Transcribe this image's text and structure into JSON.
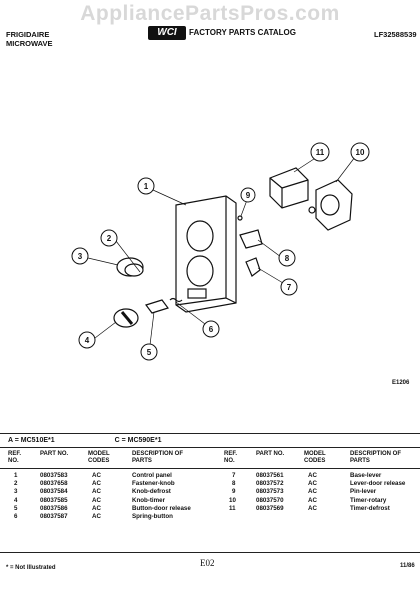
{
  "watermark": "AppliancePartsPros.com",
  "header": {
    "brand_line1": "FRIGIDAIRE",
    "brand_line2": "MICROWAVE",
    "logo_text": "WCI",
    "catalog_title": "FACTORY PARTS CATALOG",
    "catalog_code": "LF32588539"
  },
  "diagram": {
    "callouts": [
      "1",
      "2",
      "3",
      "4",
      "5",
      "6",
      "7",
      "8",
      "9",
      "10",
      "11"
    ],
    "figure_code": "E1206"
  },
  "models": {
    "a_label": "A = MC510E*1",
    "c_label": "C = MC590E*1"
  },
  "table": {
    "headers": {
      "ref": "REF. NO.",
      "part": "PART NO.",
      "model": "MODEL CODES",
      "desc": "DESCRIPTION OF PARTS"
    },
    "left": [
      {
        "ref": "1",
        "part": "08037583",
        "model": "AC",
        "desc": "Control panel"
      },
      {
        "ref": "2",
        "part": "08037658",
        "model": "AC",
        "desc": "Fastener-knob"
      },
      {
        "ref": "3",
        "part": "08037584",
        "model": "AC",
        "desc": "Knob-defrost"
      },
      {
        "ref": "4",
        "part": "08037585",
        "model": "AC",
        "desc": "Knob-timer"
      },
      {
        "ref": "5",
        "part": "08037586",
        "model": "AC",
        "desc": "Button-door release"
      },
      {
        "ref": "6",
        "part": "08037587",
        "model": "AC",
        "desc": "Spring-button"
      }
    ],
    "right": [
      {
        "ref": "7",
        "part": "08037561",
        "model": "AC",
        "desc": "Base-lever"
      },
      {
        "ref": "8",
        "part": "08037572",
        "model": "AC",
        "desc": "Lever-door release"
      },
      {
        "ref": "9",
        "part": "08037573",
        "model": "AC",
        "desc": "Pin-lever"
      },
      {
        "ref": "10",
        "part": "08037570",
        "model": "AC",
        "desc": "Timer-rotary"
      },
      {
        "ref": "11",
        "part": "08037569",
        "model": "AC",
        "desc": "Timer-defrost"
      }
    ]
  },
  "footer": {
    "note": "* = Not Illustrated",
    "page": "E02",
    "date": "11/86"
  }
}
